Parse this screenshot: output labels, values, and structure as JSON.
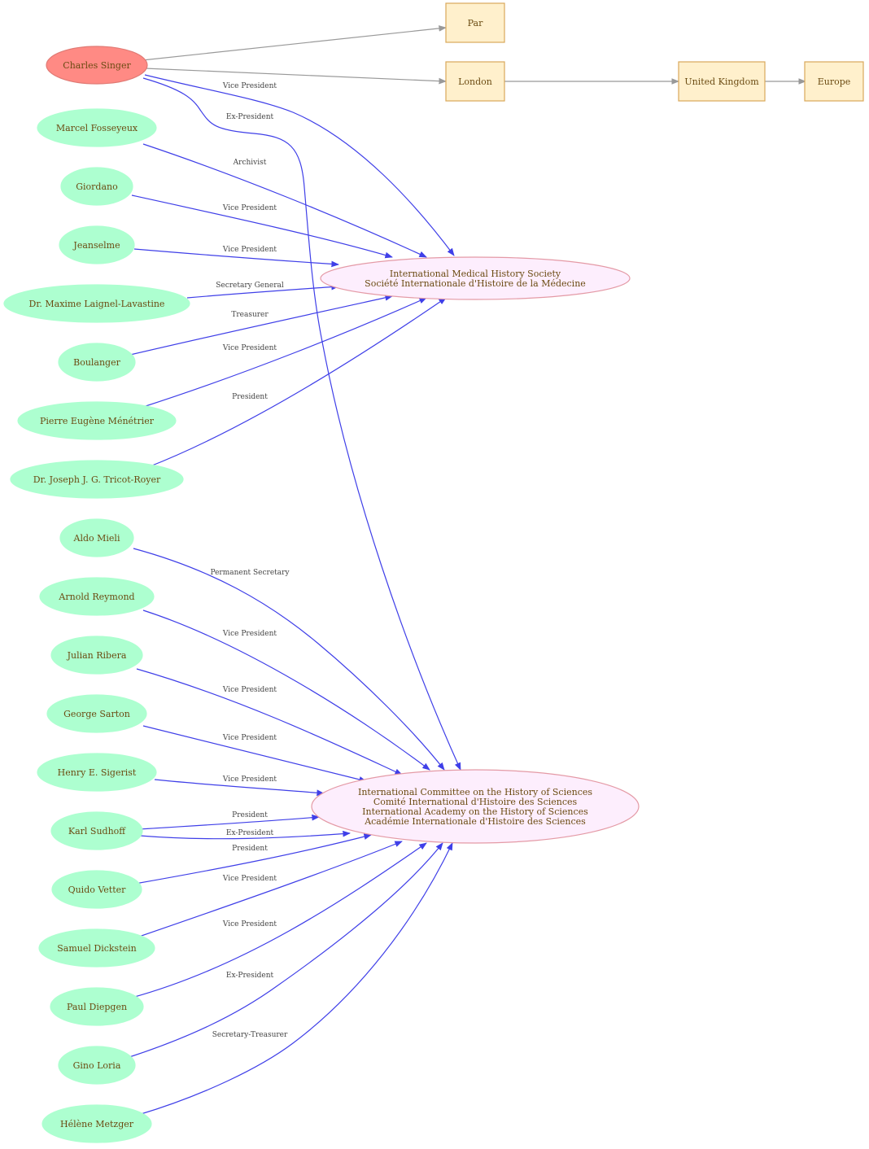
{
  "colors": {
    "focus_fill": "#ff8a84",
    "focus_stroke": "#e07a74",
    "person_fill": "#adffd0",
    "person_stroke": "#adffd0",
    "org_fill": "#fdeefd",
    "org_stroke": "#e49aa6",
    "place_fill": "#fff0cc",
    "place_stroke": "#d9a85a",
    "role_edge": "#3f3fe8",
    "location_edge": "#999999",
    "text": "#6b4b12"
  },
  "nodes": [
    {
      "id": "singer",
      "type": "focus",
      "lines": [
        "Charles Singer"
      ]
    },
    {
      "id": "par",
      "type": "place",
      "lines": [
        "Par"
      ]
    },
    {
      "id": "london",
      "type": "place",
      "lines": [
        "London"
      ]
    },
    {
      "id": "uk",
      "type": "place",
      "lines": [
        "United Kingdom"
      ]
    },
    {
      "id": "europe",
      "type": "place",
      "lines": [
        "Europe"
      ]
    },
    {
      "id": "imhs",
      "type": "org",
      "lines": [
        "International Medical History Society",
        "Société Internationale d'Histoire de la Médecine"
      ]
    },
    {
      "id": "ichs",
      "type": "org",
      "lines": [
        "International Committee on the History of Sciences",
        "Comité International d'Histoire des Sciences",
        "International Academy on the History of Sciences",
        "Académie Internationale d'Histoire des Sciences"
      ]
    },
    {
      "id": "fosseyeux",
      "type": "person",
      "lines": [
        "Marcel Fosseyeux"
      ]
    },
    {
      "id": "giordano",
      "type": "person",
      "lines": [
        "Giordano"
      ]
    },
    {
      "id": "jeanselme",
      "type": "person",
      "lines": [
        "Jeanselme"
      ]
    },
    {
      "id": "laignel",
      "type": "person",
      "lines": [
        "Dr. Maxime Laignel-Lavastine"
      ]
    },
    {
      "id": "boulanger",
      "type": "person",
      "lines": [
        "Boulanger"
      ]
    },
    {
      "id": "menetrier",
      "type": "person",
      "lines": [
        "Pierre Eugène Ménétrier"
      ]
    },
    {
      "id": "tricot",
      "type": "person",
      "lines": [
        "Dr. Joseph J. G. Tricot-Royer"
      ]
    },
    {
      "id": "mieli",
      "type": "person",
      "lines": [
        "Aldo Mieli"
      ]
    },
    {
      "id": "reymond",
      "type": "person",
      "lines": [
        "Arnold Reymond"
      ]
    },
    {
      "id": "ribera",
      "type": "person",
      "lines": [
        "Julian Ribera"
      ]
    },
    {
      "id": "sarton",
      "type": "person",
      "lines": [
        "George Sarton"
      ]
    },
    {
      "id": "sigerist",
      "type": "person",
      "lines": [
        "Henry E. Sigerist"
      ]
    },
    {
      "id": "sudhoff",
      "type": "person",
      "lines": [
        "Karl Sudhoff"
      ]
    },
    {
      "id": "vetter",
      "type": "person",
      "lines": [
        "Quido Vetter"
      ]
    },
    {
      "id": "dickstein",
      "type": "person",
      "lines": [
        "Samuel Dickstein"
      ]
    },
    {
      "id": "diepgen",
      "type": "person",
      "lines": [
        "Paul Diepgen"
      ]
    },
    {
      "id": "loria",
      "type": "person",
      "lines": [
        "Gino Loria"
      ]
    },
    {
      "id": "metzger",
      "type": "person",
      "lines": [
        "Hélène Metzger"
      ]
    }
  ],
  "edges": [
    {
      "id": "e-singer-par",
      "kind": "location",
      "from": "singer",
      "to": "par",
      "label": ""
    },
    {
      "id": "e-singer-london",
      "kind": "location",
      "from": "singer",
      "to": "london",
      "label": ""
    },
    {
      "id": "e-london-uk",
      "kind": "location",
      "from": "london",
      "to": "uk",
      "label": ""
    },
    {
      "id": "e-uk-europe",
      "kind": "location",
      "from": "uk",
      "to": "europe",
      "label": ""
    },
    {
      "id": "e-singer-imhs",
      "kind": "role",
      "from": "singer",
      "to": "imhs",
      "label": "Vice President"
    },
    {
      "id": "e-singer-ichs",
      "kind": "role",
      "from": "singer",
      "to": "ichs",
      "label": "Ex-President"
    },
    {
      "id": "e-fosseyeux-imhs",
      "kind": "role",
      "from": "fosseyeux",
      "to": "imhs",
      "label": "Archivist"
    },
    {
      "id": "e-giordano-imhs",
      "kind": "role",
      "from": "giordano",
      "to": "imhs",
      "label": "Vice President"
    },
    {
      "id": "e-jeanselme-imhs",
      "kind": "role",
      "from": "jeanselme",
      "to": "imhs",
      "label": "Vice President"
    },
    {
      "id": "e-laignel-imhs",
      "kind": "role",
      "from": "laignel",
      "to": "imhs",
      "label": "Secretary General"
    },
    {
      "id": "e-boulanger-imhs",
      "kind": "role",
      "from": "boulanger",
      "to": "imhs",
      "label": "Treasurer"
    },
    {
      "id": "e-menetrier-imhs",
      "kind": "role",
      "from": "menetrier",
      "to": "imhs",
      "label": "Vice President"
    },
    {
      "id": "e-tricot-imhs",
      "kind": "role",
      "from": "tricot",
      "to": "imhs",
      "label": "President"
    },
    {
      "id": "e-mieli-ichs",
      "kind": "role",
      "from": "mieli",
      "to": "ichs",
      "label": "Permanent Secretary"
    },
    {
      "id": "e-reymond-ichs",
      "kind": "role",
      "from": "reymond",
      "to": "ichs",
      "label": "Vice President"
    },
    {
      "id": "e-ribera-ichs",
      "kind": "role",
      "from": "ribera",
      "to": "ichs",
      "label": "Vice President"
    },
    {
      "id": "e-sarton-ichs",
      "kind": "role",
      "from": "sarton",
      "to": "ichs",
      "label": "Vice President"
    },
    {
      "id": "e-sigerist-ichs",
      "kind": "role",
      "from": "sigerist",
      "to": "ichs",
      "label": "Vice President"
    },
    {
      "id": "e-sudhoff-ichs-president",
      "kind": "role",
      "from": "sudhoff",
      "to": "ichs",
      "label": "President"
    },
    {
      "id": "e-sudhoff-ichs-expresident",
      "kind": "role",
      "from": "sudhoff",
      "to": "ichs",
      "label": "Ex-President"
    },
    {
      "id": "e-vetter-ichs",
      "kind": "role",
      "from": "vetter",
      "to": "ichs",
      "label": "President"
    },
    {
      "id": "e-dickstein-ichs",
      "kind": "role",
      "from": "dickstein",
      "to": "ichs",
      "label": "Vice President"
    },
    {
      "id": "e-diepgen-ichs",
      "kind": "role",
      "from": "diepgen",
      "to": "ichs",
      "label": "Vice President"
    },
    {
      "id": "e-loria-ichs",
      "kind": "role",
      "from": "loria",
      "to": "ichs",
      "label": "Ex-President"
    },
    {
      "id": "e-metzger-ichs",
      "kind": "role",
      "from": "metzger",
      "to": "ichs",
      "label": "Secretary-Treasurer"
    }
  ]
}
